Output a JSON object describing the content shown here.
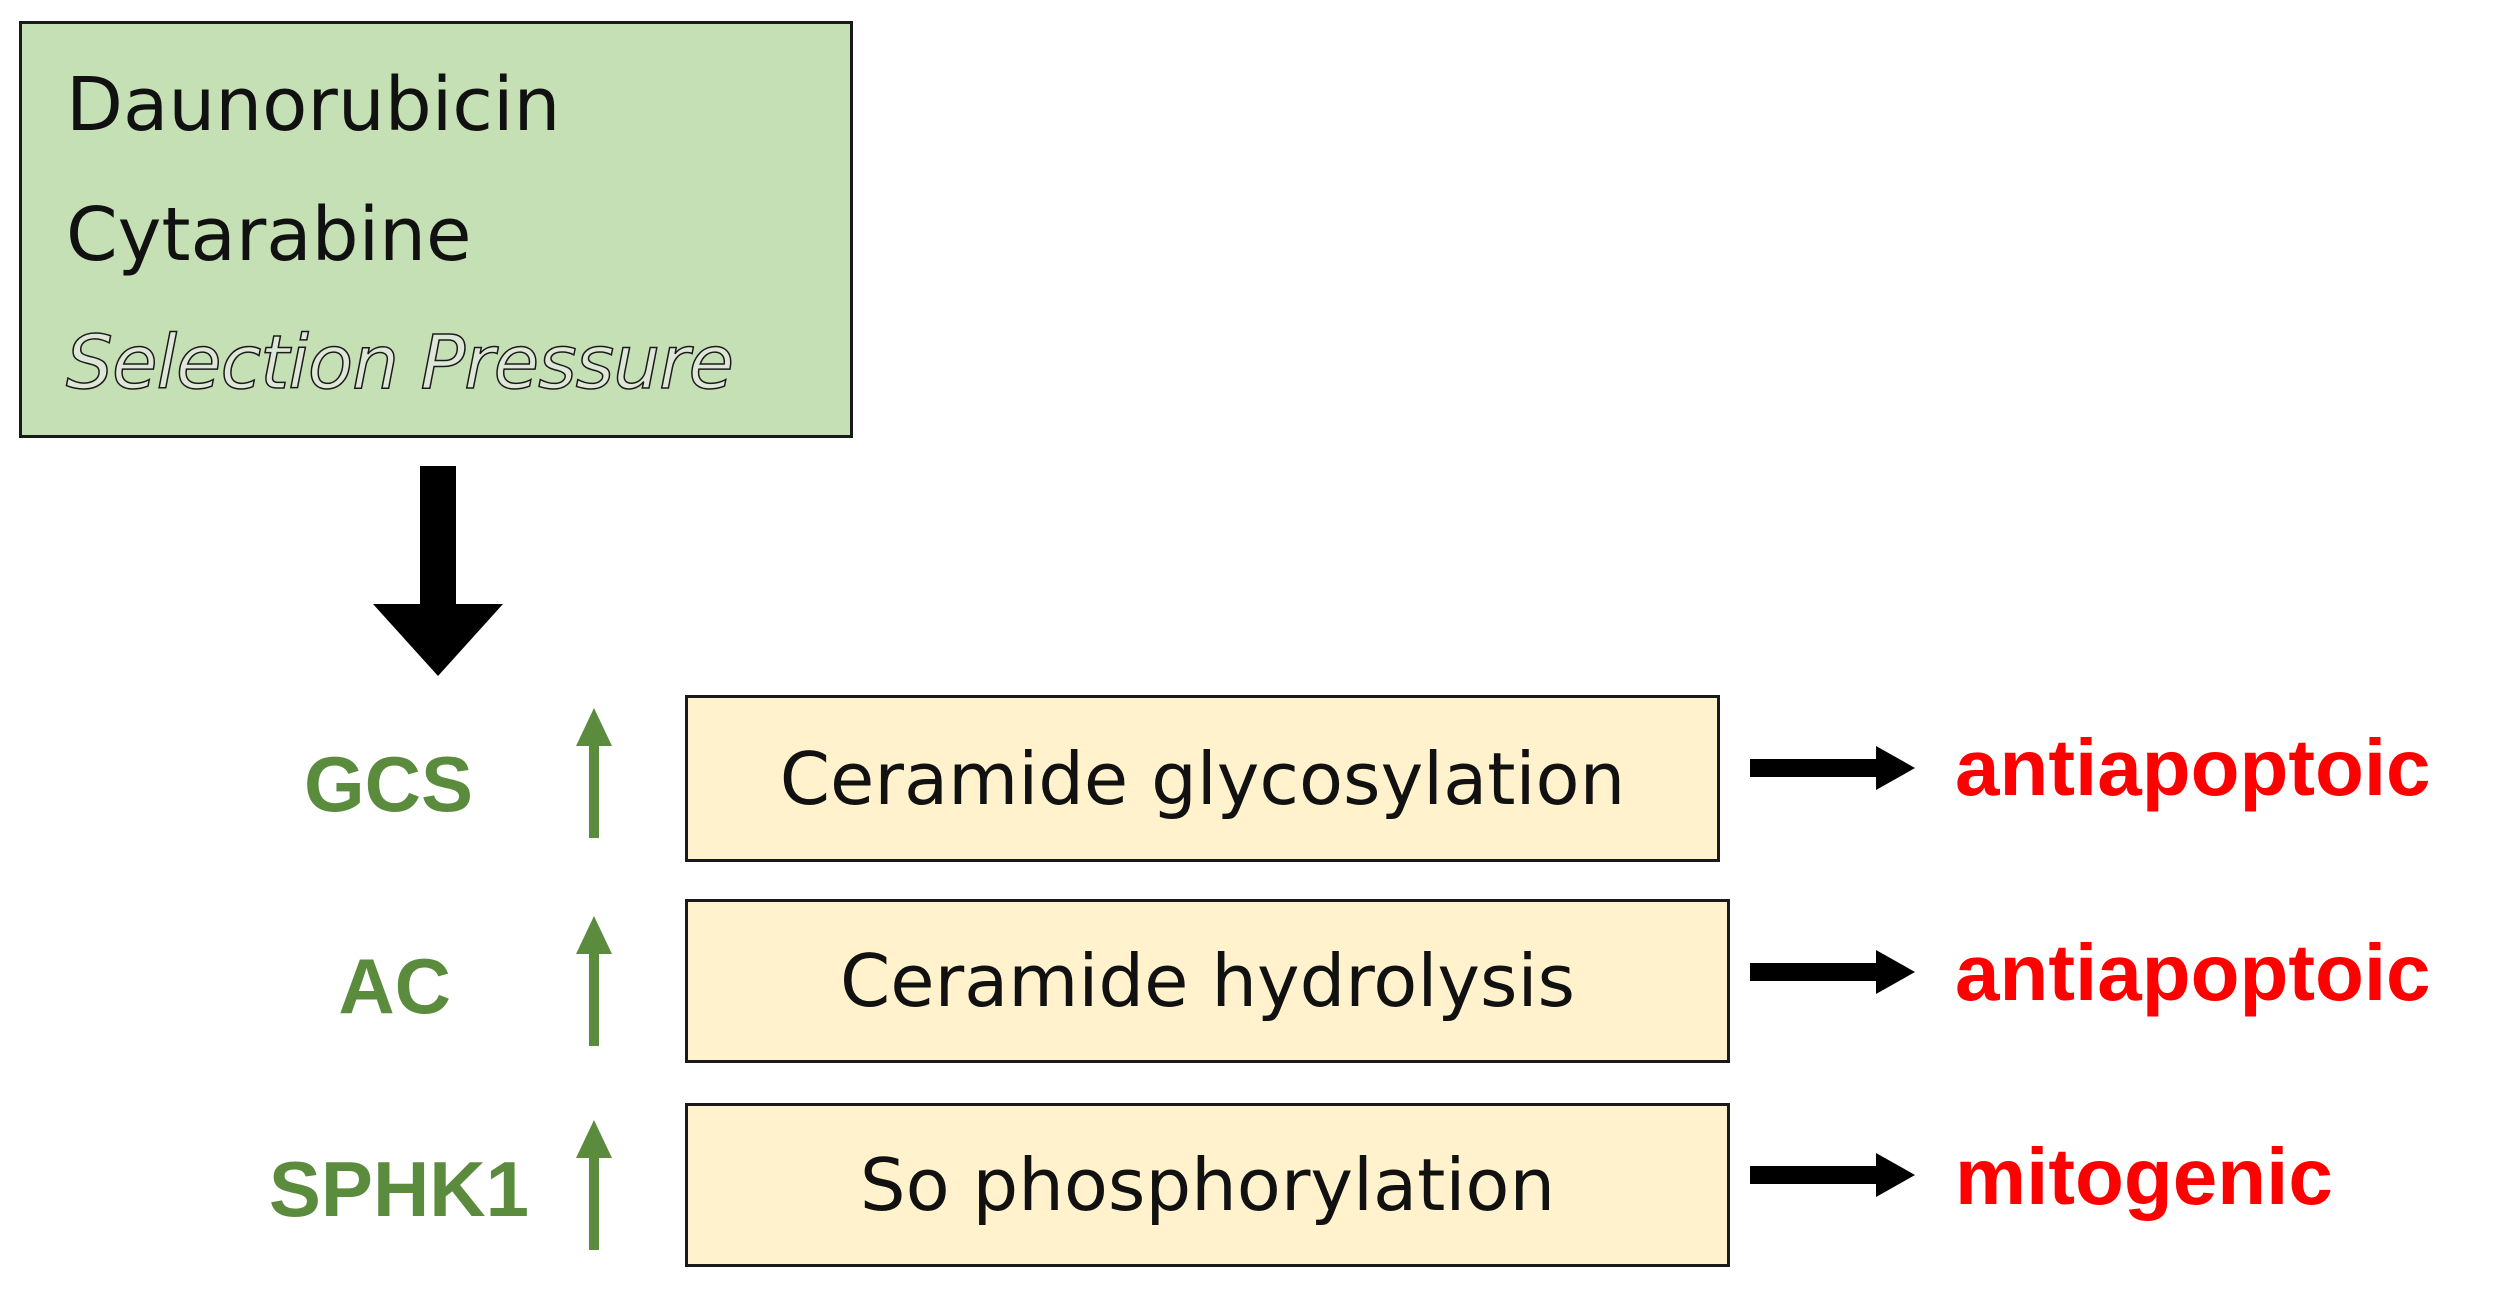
{
  "source": {
    "lines": [
      "Daunorubicin",
      "Cytarabine",
      "Selection Pressure"
    ]
  },
  "rows": [
    {
      "enzyme": "GCS",
      "process": "Ceramide glycosylation",
      "effect": "antiapoptoic"
    },
    {
      "enzyme": "AC",
      "process": "Ceramide hydrolysis",
      "effect": "antiapoptoic"
    },
    {
      "enzyme": "SPHK1",
      "process": "So phosphorylation",
      "effect": "mitogenic"
    }
  ],
  "colors": {
    "source_fill": "#c5e0b4",
    "process_fill": "#fff2cc",
    "enzyme_green": "#5b8c3e",
    "effect_red": "#ff0000",
    "arrow_black": "#000000"
  },
  "icons": {
    "down_arrow": "down-arrow-icon",
    "up_arrow": "up-arrow-icon",
    "right_arrow": "right-arrow-icon"
  }
}
